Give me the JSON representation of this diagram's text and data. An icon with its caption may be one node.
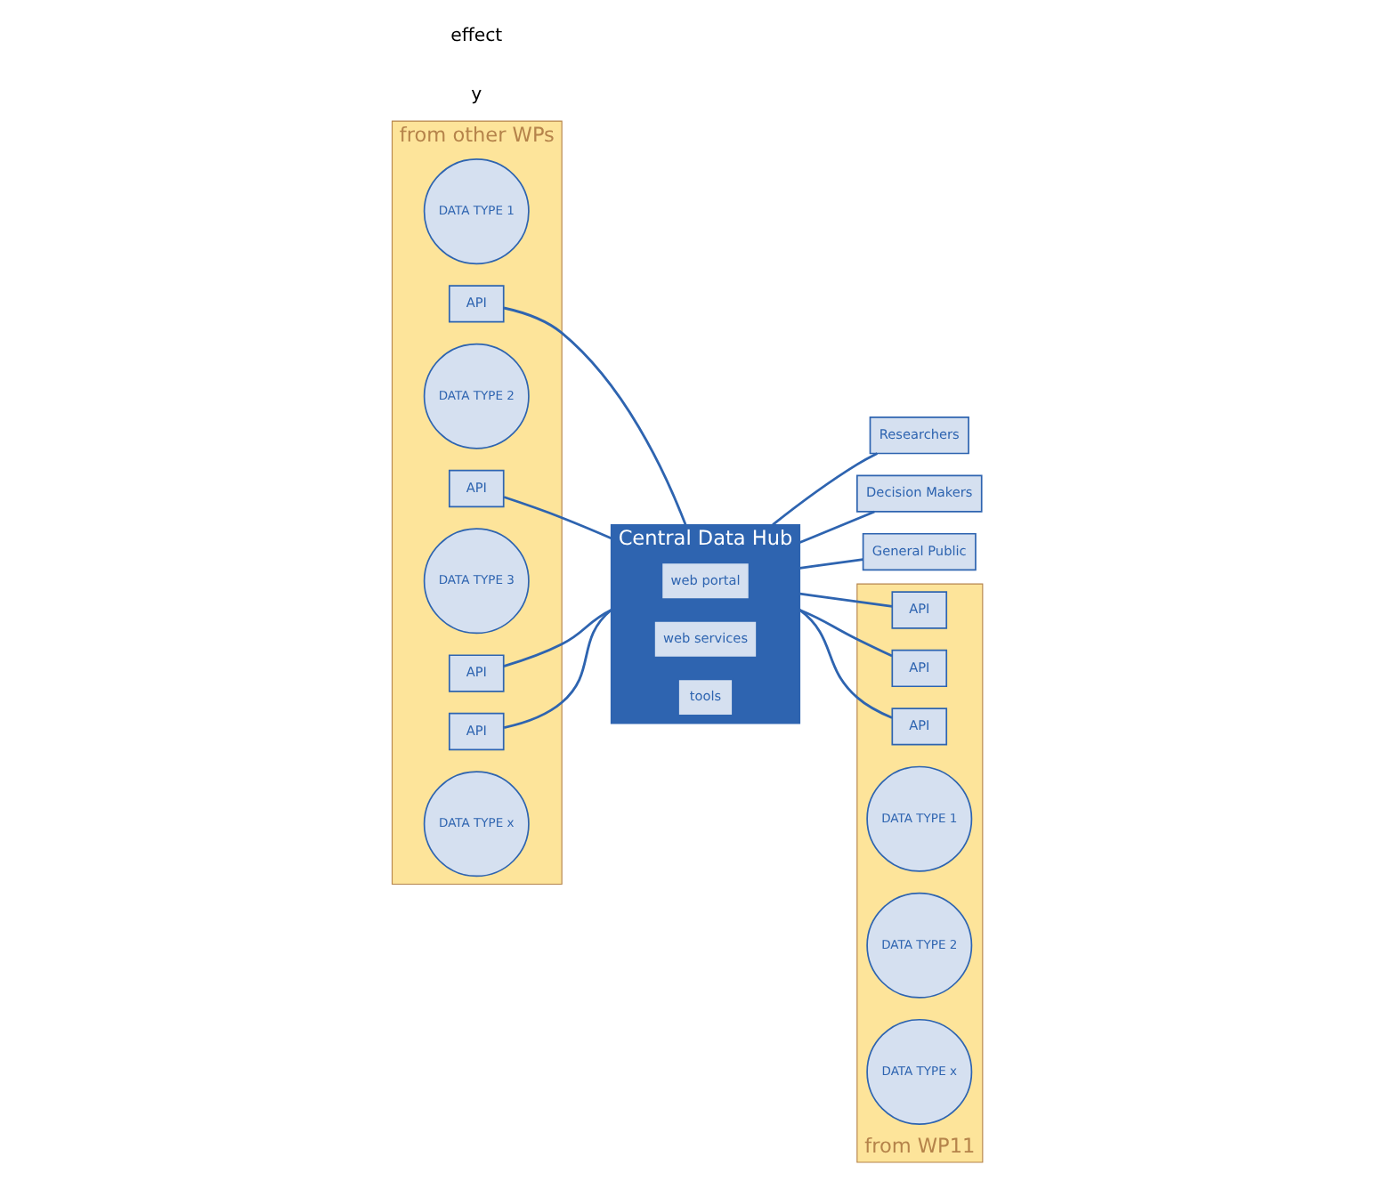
{
  "diagram": {
    "nodes": [
      {
        "text": [
          "from other WPs"
        ]
      },
      {
        "text": [
          "DATA TYPE 1"
        ],
        "in": 0
      },
      {
        "text": [
          "API"
        ],
        "in": 0
      },
      {
        "text": [
          "DATA TYPE 2"
        ],
        "in": 0
      },
      {
        "text": [
          "API"
        ],
        "in": 0
      },
      {
        "text": [
          "DATA TYPE 3"
        ],
        "in": 0
      },
      {
        "text": [
          "API"
        ],
        "in": 0
      },
      {
        "text": [
          "API"
        ],
        "in": 0
      },
      {
        "text": [
          "DATA TYPE x"
        ],
        "in": 0
      },
      {
        "text": [
          "Central Data Hub"
        ]
      },
      {
        "text": [
          "web portal"
        ],
        "in": 9
      },
      {
        "text": [
          "web services"
        ],
        "in": 9
      },
      {
        "text": [
          "tools"
        ],
        "in": 9
      },
      {
        "text": [
          "Researchers"
        ]
      },
      {
        "text": [
          "Decision Makers"
        ]
      },
      {
        "text": [
          "General Public"
        ]
      },
      {
        "text": [
          "from WP11"
        ]
      },
      {
        "text": [
          "API"
        ],
        "in": 16
      },
      {
        "text": [
          "API"
        ],
        "in": 16
      },
      {
        "text": [
          "API"
        ],
        "in": 16
      },
      {
        "text": [
          "DATA TYPE 1"
        ],
        "in": 16
      },
      {
        "text": [
          "DATA TYPE 2"
        ],
        "in": 16
      },
      {
        "text": [
          "DATA TYPE x"
        ],
        "in": 16
      }
    ],
    "edges": [
      {
        "from": 2,
        "to": 9,
        "arrow": "none"
      },
      {
        "from": 4,
        "to": 9,
        "arrow": "none"
      },
      {
        "from": 6,
        "to": 9,
        "arrow": "none"
      },
      {
        "from": 7,
        "to": 9,
        "arrow": "none"
      },
      {
        "from": 9,
        "to": 13,
        "arrow": "none"
      },
      {
        "from": 9,
        "to": 14,
        "arrow": "none"
      },
      {
        "from": 9,
        "to": 15,
        "arrow": "none"
      },
      {
        "from": 9,
        "to": 17,
        "arrow": "none"
      },
      {
        "from": 9,
        "to": 18,
        "arrow": "none"
      },
      {
        "from": 9,
        "to": 19,
        "arrow": "none"
      }
    ],
    "labels": [
      "y",
      "effect"
    ]
  }
}
